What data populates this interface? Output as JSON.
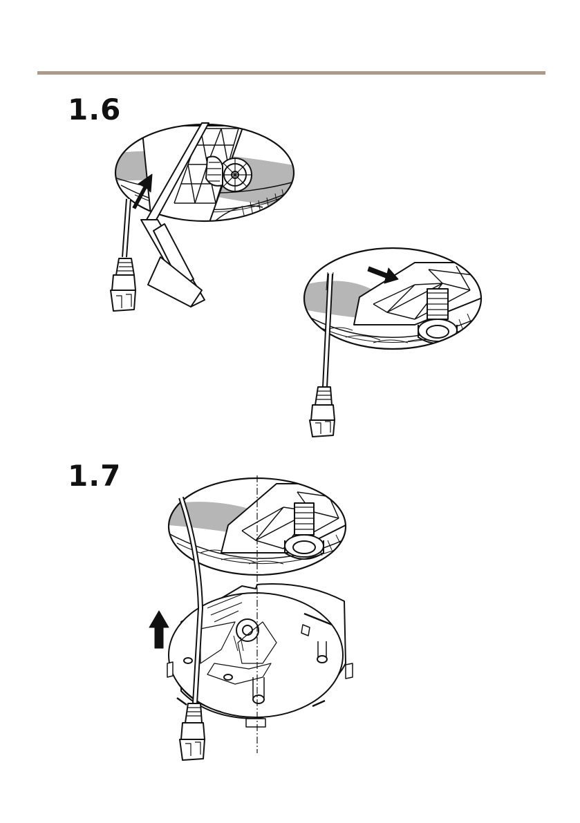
{
  "steps": [
    {
      "number": "1.6"
    },
    {
      "number": "1.7"
    }
  ],
  "illustrations": [
    {
      "name": "route-cable-into-recess"
    },
    {
      "name": "cable-seated-in-recess"
    },
    {
      "name": "attach-mounting-bracket"
    }
  ],
  "colors": {
    "rule": "#ac9a88",
    "shade": "#b6b6b6",
    "ink": "#111111"
  }
}
